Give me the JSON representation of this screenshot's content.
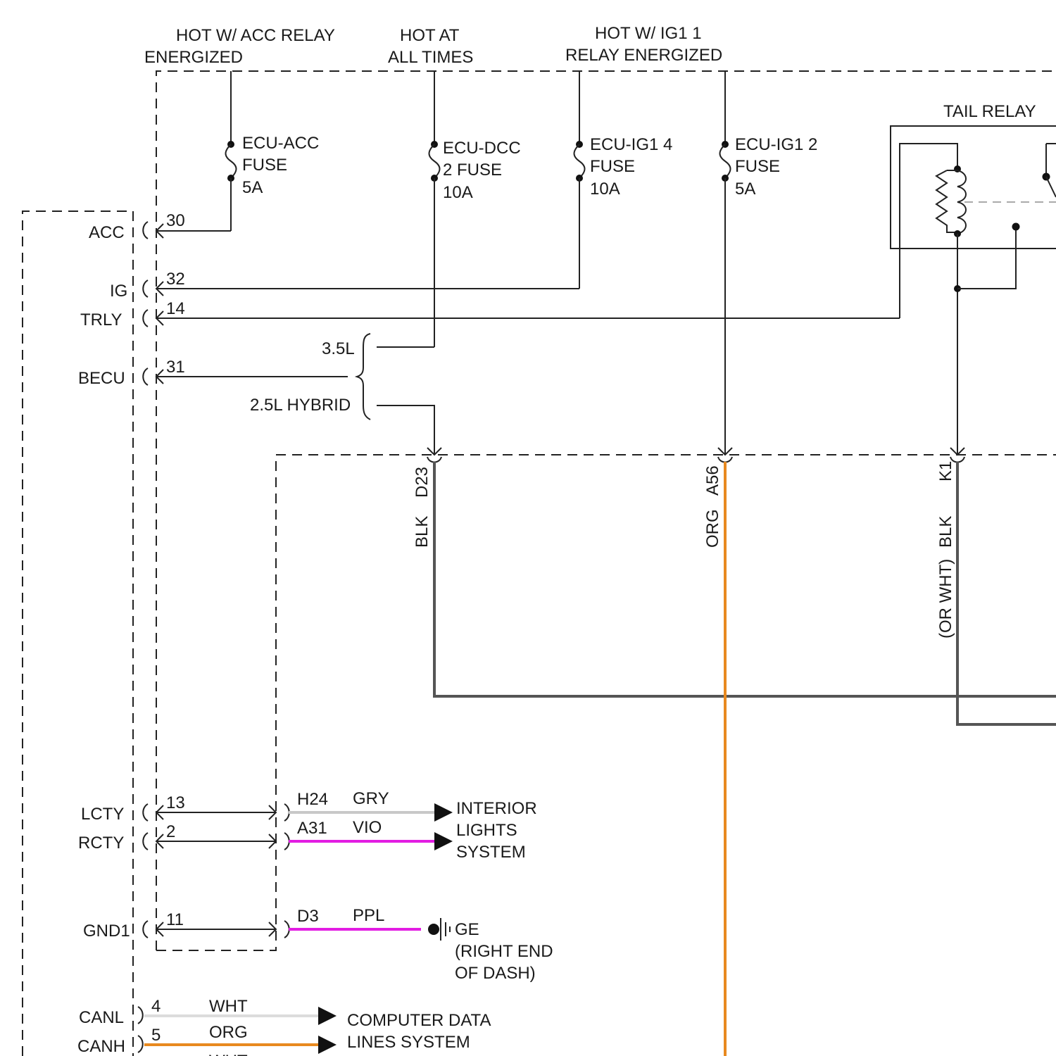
{
  "sources": {
    "acc": "HOT W/ ACC RELAY",
    "acc2": "ENERGIZED",
    "always": "HOT AT",
    "always2": "ALL TIMES",
    "ig1": "HOT W/ IG1 1",
    "ig1_2": "RELAY ENERGIZED"
  },
  "fuses": {
    "acc": [
      "ECU-ACC",
      "FUSE",
      "5A"
    ],
    "dcc": [
      "ECU-DCC",
      "2 FUSE",
      "10A"
    ],
    "ig4": [
      "ECU-IG1 4",
      "FUSE",
      "10A"
    ],
    "ig2": [
      "ECU-IG1 2",
      "FUSE",
      "5A"
    ]
  },
  "tail_relay": "TAIL RELAY",
  "pins": {
    "acc": {
      "label": "ACC",
      "num": "30"
    },
    "ig": {
      "label": "IG",
      "num": "32"
    },
    "trly": {
      "label": "TRLY",
      "num": "14"
    },
    "becu": {
      "label": "BECU",
      "num": "31"
    },
    "lcty": {
      "label": "LCTY",
      "num": "13"
    },
    "rcty": {
      "label": "RCTY",
      "num": "2"
    },
    "gnd1": {
      "label": "GND1",
      "num": "11"
    },
    "canl": {
      "label": "CANL",
      "num": "4"
    },
    "canh": {
      "label": "CANH",
      "num": "5"
    }
  },
  "options": {
    "v35": "3.5L",
    "hybrid": "2.5L HYBRID"
  },
  "connectors": {
    "d23": {
      "pin": "D23",
      "color": "BLK"
    },
    "a56": {
      "pin": "A56",
      "color": "ORG"
    },
    "k1": {
      "pin": "K1",
      "color": "BLK",
      "alt": "(OR WHT)"
    }
  },
  "wires": {
    "h24": {
      "pin": "H24",
      "color": "GRY",
      "hex": "#c8c8c8"
    },
    "a31": {
      "pin": "A31",
      "color": "VIO",
      "hex": "#e21de2"
    },
    "d3": {
      "pin": "D3",
      "color": "PPL",
      "hex": "#e21de2"
    },
    "canl": {
      "color": "WHT",
      "hex": "#dcdcdc"
    },
    "canh": {
      "color": "ORG",
      "hex": "#e8891f"
    },
    "next": {
      "color": "WHT"
    }
  },
  "destinations": {
    "interior": [
      "INTERIOR",
      "LIGHTS",
      "SYSTEM"
    ],
    "ground": [
      "GE",
      "(RIGHT END",
      "OF DASH)"
    ],
    "can": [
      "COMPUTER DATA",
      "LINES SYSTEM"
    ]
  },
  "colors": {
    "blk_wire": "#555555",
    "org_wire": "#e8891f",
    "line": "#222222"
  }
}
